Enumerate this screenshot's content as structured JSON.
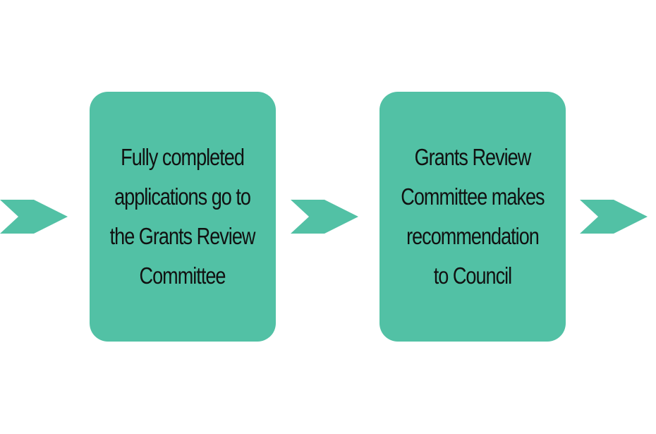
{
  "colors": {
    "box_fill": "#52c1a5",
    "arrow_fill": "#52c1a5",
    "text": "#111111",
    "background": "#ffffff"
  },
  "steps": [
    {
      "lines": [
        "Fully completed",
        "applications go to",
        "the Grants Review",
        "Committee"
      ]
    },
    {
      "lines": [
        "Grants Review",
        "Committee makes",
        "recommendation",
        "to Council"
      ]
    }
  ],
  "arrows": [
    {
      "icon": "chevron-right-icon"
    },
    {
      "icon": "chevron-right-icon"
    },
    {
      "icon": "chevron-right-icon"
    }
  ]
}
